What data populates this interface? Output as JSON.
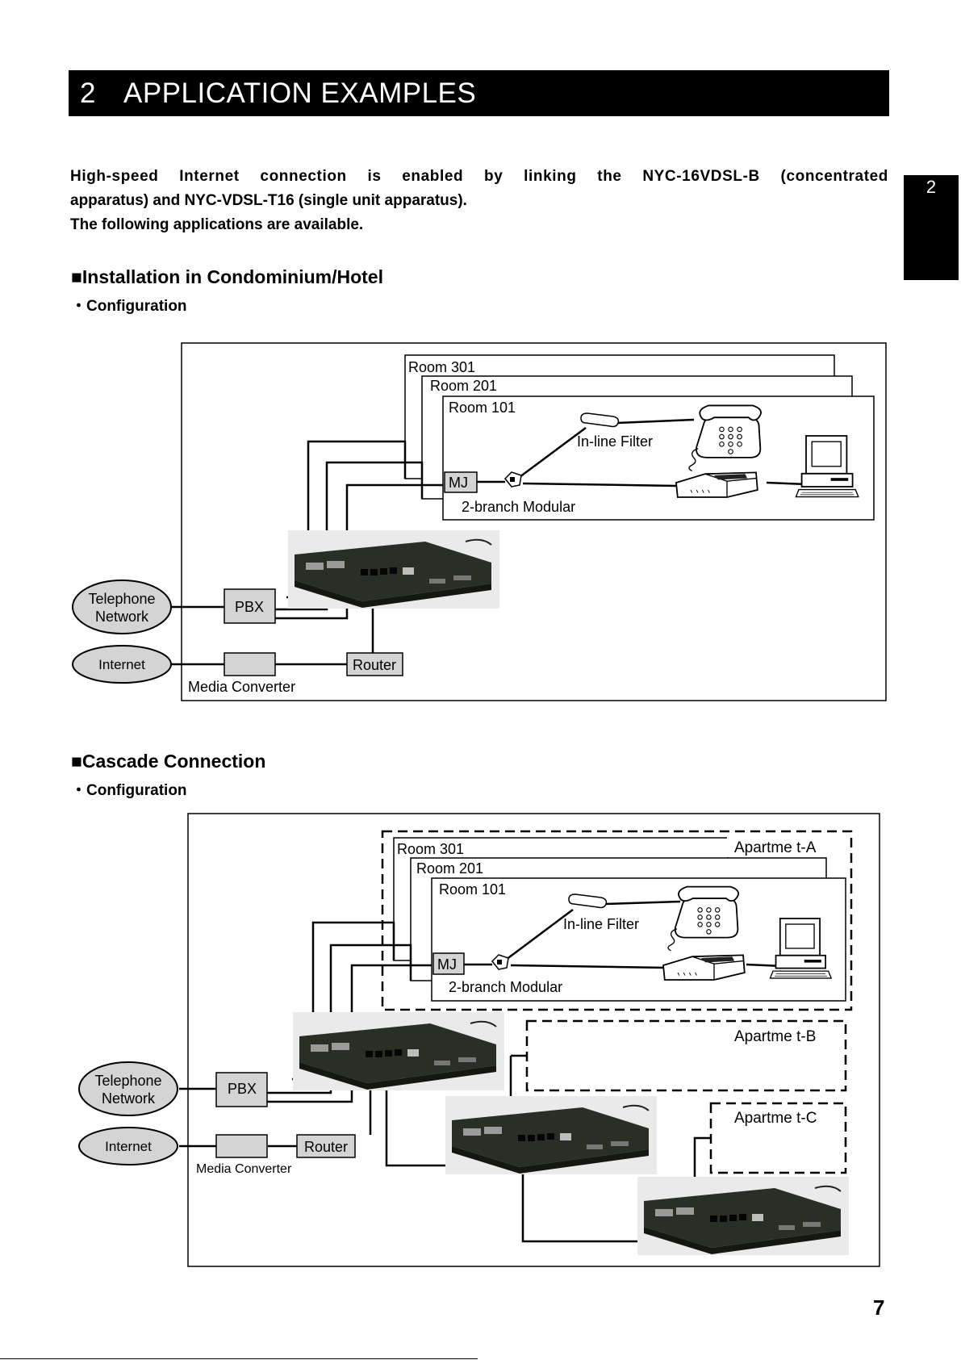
{
  "header": {
    "number": "2",
    "title": "APPLICATION EXAMPLES"
  },
  "side_tab": "2",
  "intro": {
    "line1": "High-speed Internet connection is enabled by linking the NYC-16VDSL-B (concentrated",
    "line2": "apparatus) and NYC-VDSL-T16 (single unit apparatus).",
    "line3": "The following applications are available."
  },
  "section1": {
    "heading": "■Installation in Condominium/Hotel",
    "subheading": "・Configuration",
    "diagram": {
      "room3": "Room 301",
      "room2": "Room 201",
      "room1": "Room 101",
      "inline_filter": "In-line Filter",
      "mj": "MJ",
      "modular": "2-branch Modular",
      "telephone1": "Telephone",
      "telephone2": "Network",
      "pbx": "PBX",
      "internet": "Internet",
      "router": "Router",
      "media_converter": "Media Converter"
    }
  },
  "section2": {
    "heading": "■Cascade Connection",
    "subheading": "・Configuration",
    "diagram": {
      "room3": "Room 301",
      "room2": "Room 201",
      "room1": "Room 101",
      "inline_filter": "In-line Filter",
      "mj": "MJ",
      "modular": "2-branch Modular",
      "apt_a": "Apartme  t-A",
      "apt_b": "Apartme  t-B",
      "apt_c": "Apartme  t-C",
      "telephone1": "Telephone",
      "telephone2": "Network",
      "pbx": "PBX",
      "internet": "Internet",
      "router": "Router",
      "media_converter": "Media Converter"
    }
  },
  "page_number": "7"
}
